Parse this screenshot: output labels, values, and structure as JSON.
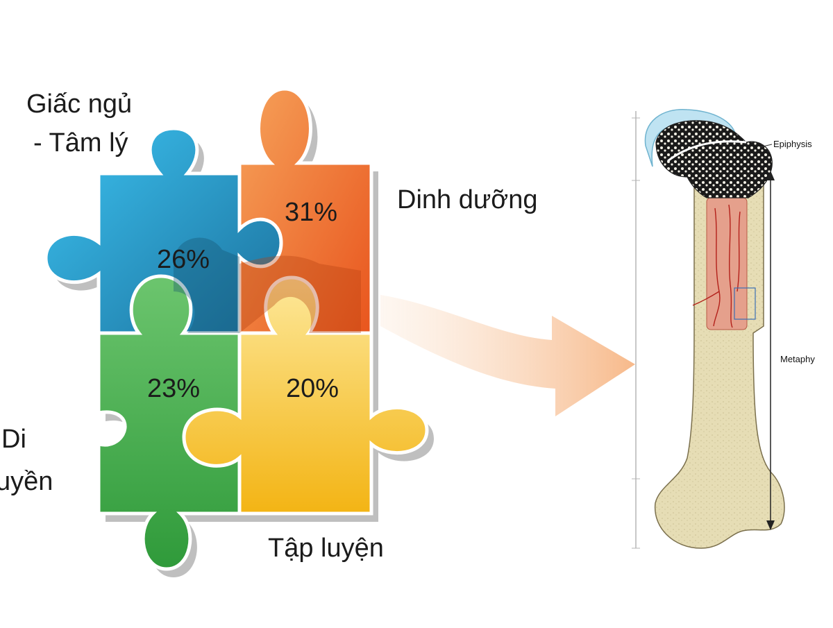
{
  "factors": [
    {
      "label_lines": [
        "Giấc ngủ",
        "- Tâm lý"
      ],
      "percent": "26%",
      "color": "#2e9fd4"
    },
    {
      "label_lines": [
        "Dinh dưỡng"
      ],
      "percent": "31%",
      "color": "#f07a2e"
    },
    {
      "label_lines": [
        "Di",
        "uyền"
      ],
      "percent": "23%",
      "color": "#4caf4e"
    },
    {
      "label_lines": [
        "Tập luyện"
      ],
      "percent": "20%",
      "color": "#f5c430"
    }
  ],
  "bone": {
    "labels": [
      "Epiphysis",
      "Metaphy"
    ]
  },
  "colors": {
    "arrow": "#f7c8a2",
    "bone": "#e9e0b8",
    "marrow": "#e8a08c",
    "cartilage": "#bfe3f2"
  }
}
